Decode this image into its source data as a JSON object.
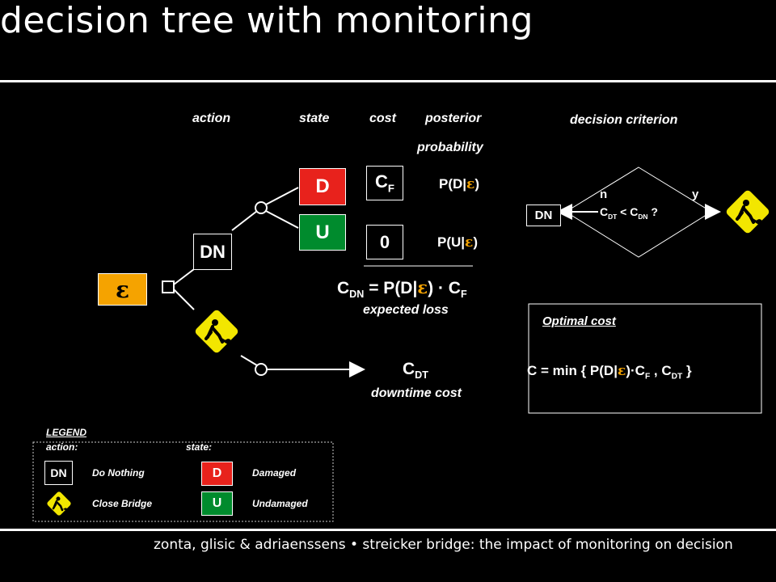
{
  "title": "decision tree with monitoring",
  "headers": {
    "action": "action",
    "state": "state",
    "cost": "cost",
    "posterior_line1": "posterior",
    "posterior_line2": "probability",
    "decision_criterion": "decision criterion"
  },
  "tree": {
    "evidence_symbol": "ε",
    "dn_label": "DN",
    "state_d": "D",
    "state_u": "U",
    "cost_f_main": "C",
    "cost_f_sub": "F",
    "cost_zero": "0",
    "prob_d_pre": "P(D|",
    "prob_d_post": ")",
    "prob_u_pre": "P(U|",
    "prob_u_post": ")",
    "eps": "ε"
  },
  "expected_loss": {
    "lhs_main": "C",
    "lhs_sub": "DN",
    "mid": " = P(D|",
    "mid_close": ") · C",
    "rhs_sub": "F",
    "caption": "expected loss"
  },
  "downtime": {
    "main": "C",
    "sub": "DT",
    "caption": "downtime cost"
  },
  "criterion": {
    "n_label": "n",
    "y_label": "y",
    "dn_label": "DN",
    "cond_c1": "C",
    "cond_s1": "DT",
    "cond_op": " < C",
    "cond_s2": "DN",
    "cond_q": " ?"
  },
  "optimal": {
    "heading": "Optimal cost",
    "f_pre": "C = min { P(D|",
    "f_mid": ")·C",
    "f_sub1": "F",
    "f_comma": " , C",
    "f_sub2": "DT",
    "f_close": " }"
  },
  "legend": {
    "title": "LEGEND",
    "action_label": "action:",
    "state_label": "state:",
    "dn_box": "DN",
    "do_nothing": "Do Nothing",
    "close_bridge": "Close Bridge",
    "d_box": "D",
    "damaged": "Damaged",
    "u_box": "U",
    "undamaged": "Undamaged"
  },
  "footer": "zonta, glisic & adriaenssens • streicker bridge: the impact of monitoring on decision",
  "colors": {
    "damaged_red": "#e8221c",
    "undamaged_green": "#008b2d",
    "evidence_orange": "#f5a300",
    "warning_yellow": "#f2e600"
  }
}
